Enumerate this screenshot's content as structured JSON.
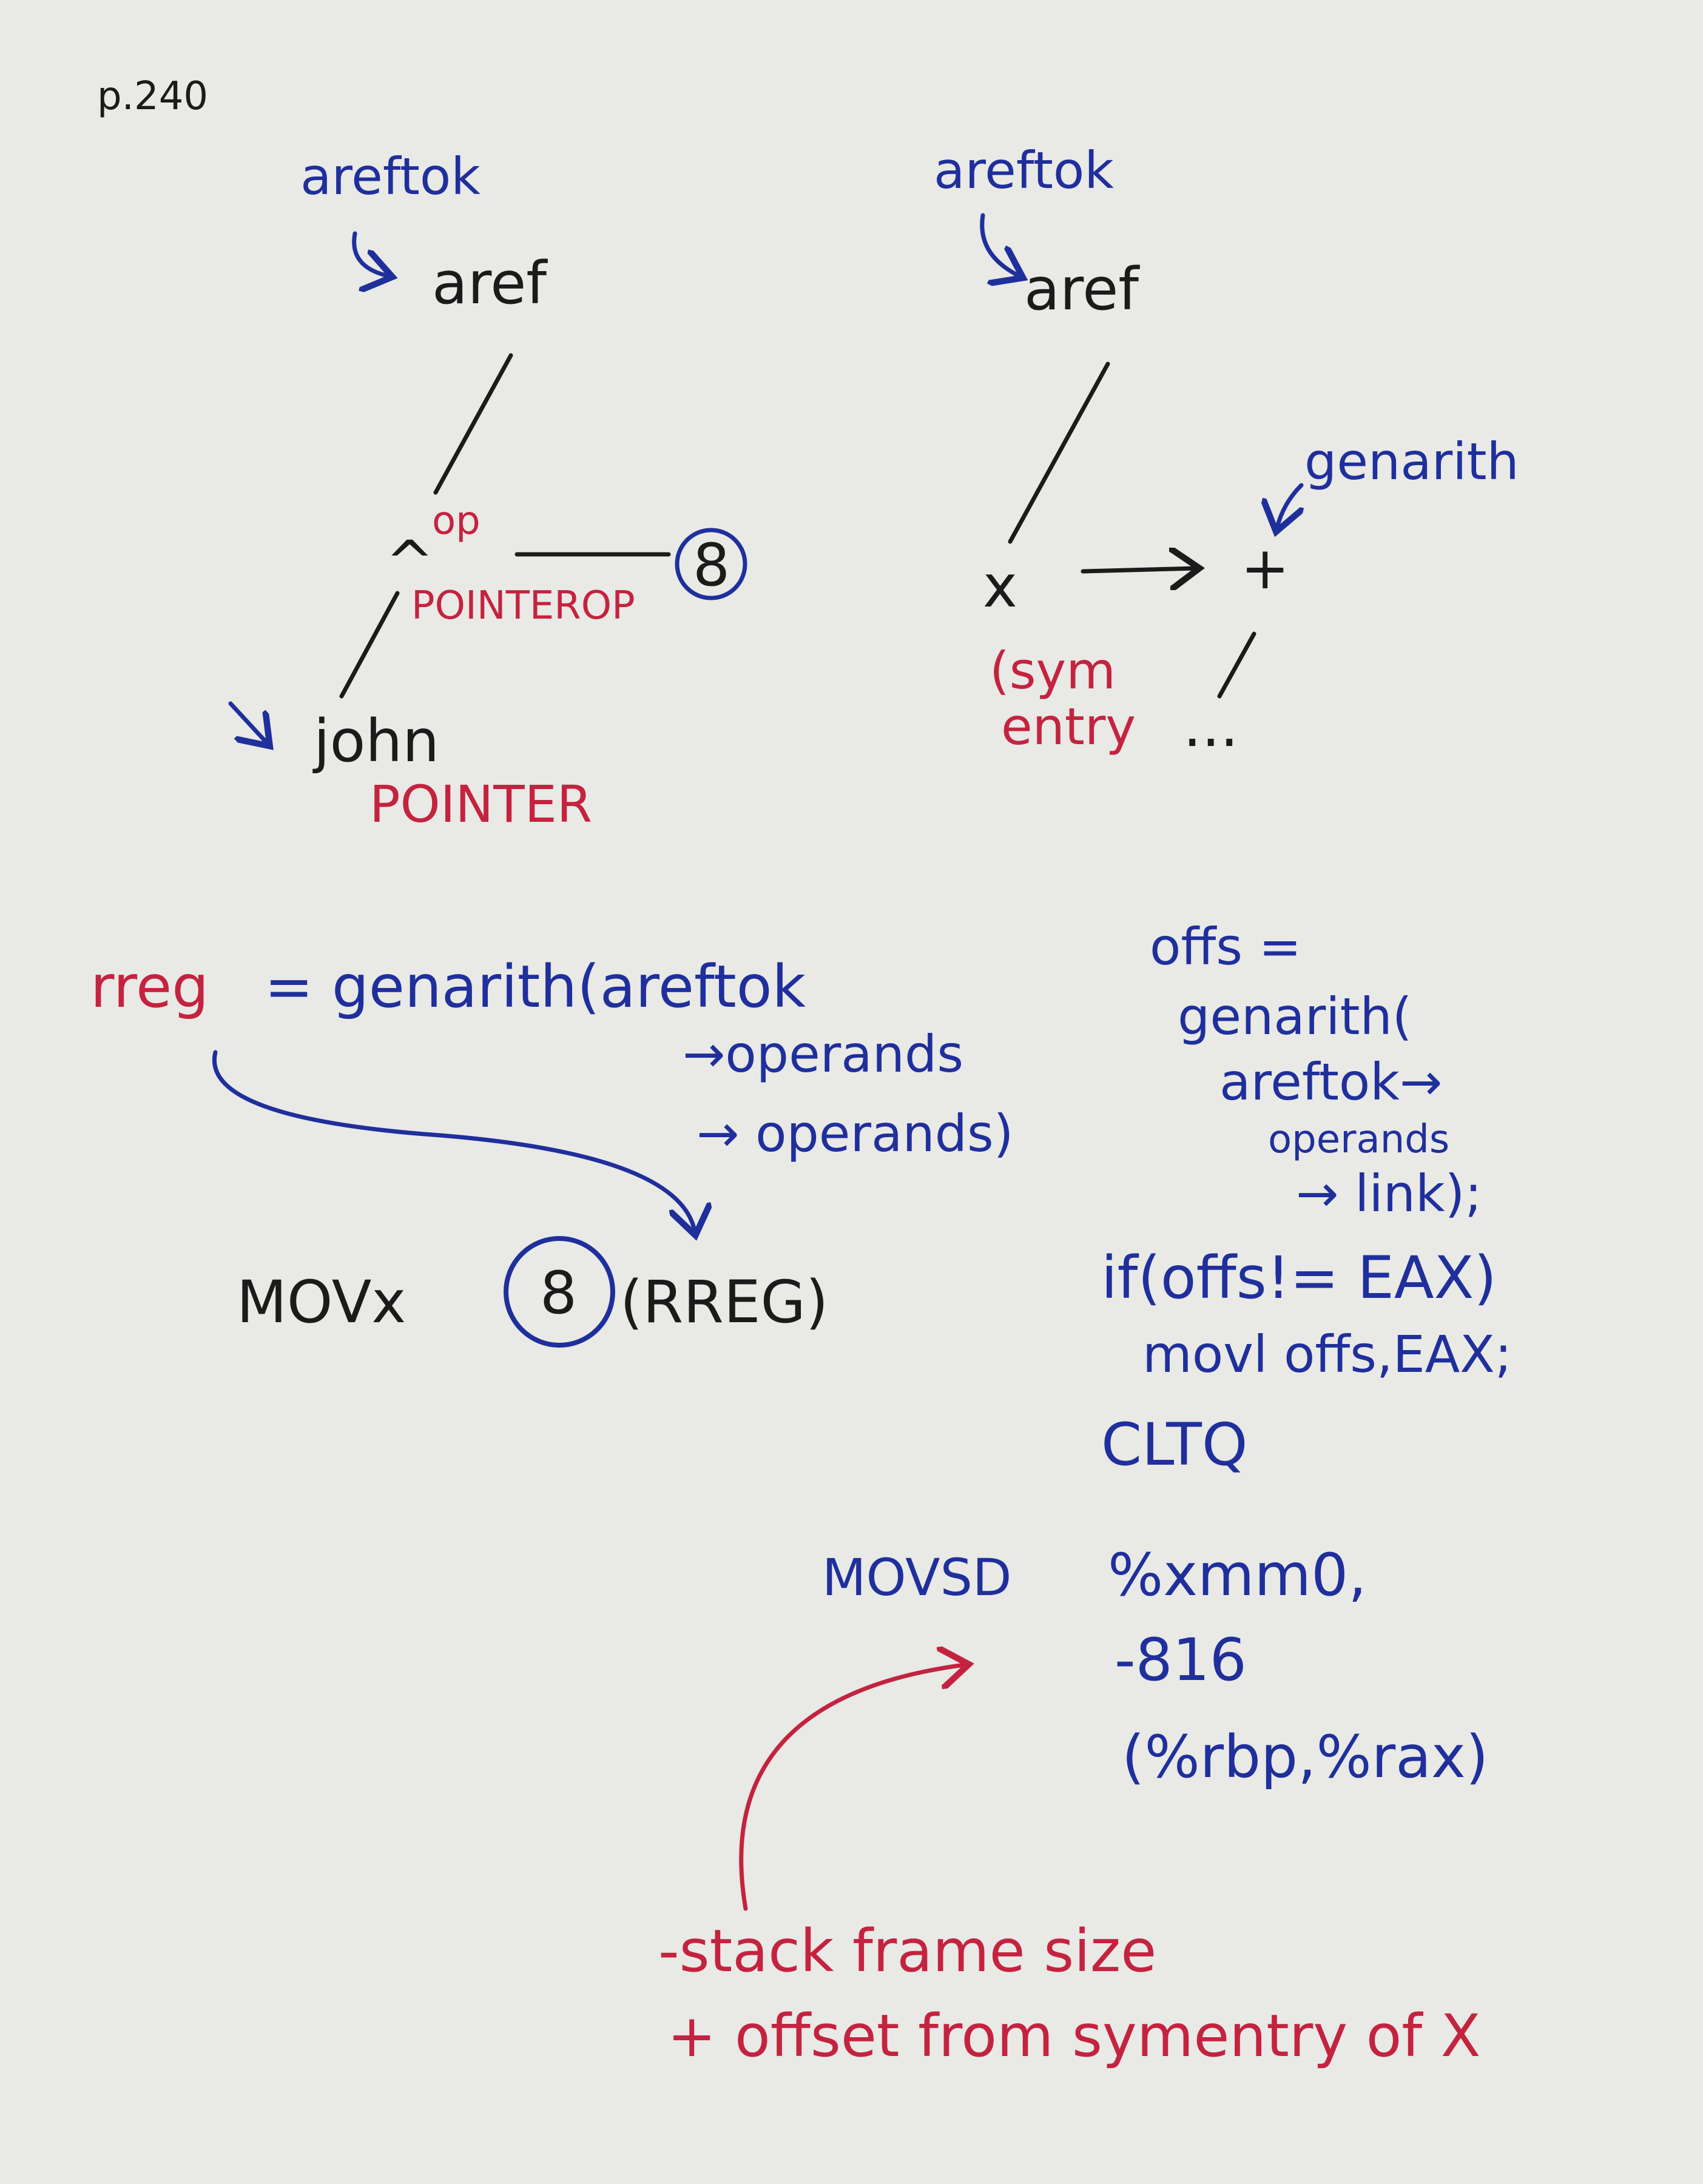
{
  "page_ref": "p.240",
  "left_tree": {
    "token_label": "areftok",
    "root": "aref",
    "op_node": "^",
    "op_tag": "op",
    "op_type": "POINTEROP",
    "constant": "8",
    "leaf": "john",
    "leaf_type": "POINTER"
  },
  "right_tree": {
    "token_label": "areftok",
    "root": "aref",
    "left_child": "x",
    "left_child_note_1": "(sym",
    "left_child_note_2": "entry",
    "right_child": "+",
    "right_child_note": "genarith",
    "ellipsis": "..."
  },
  "left_code": {
    "var": "rreg",
    "line1": "= genarith(areftok",
    "line2": "→operands",
    "line3": "→ operands)",
    "instr": "MOVx",
    "const": "8",
    "operand": "(RREG)"
  },
  "right_code": {
    "lines": [
      "offs =",
      "genarith(",
      "areftok→",
      "operands",
      "→ link);",
      "if(offs!= EAX)",
      "movl offs,EAX;",
      "CLTQ"
    ],
    "movsd": "MOVSD",
    "movsd_lines": [
      "%xmm0,",
      "-816",
      "(%rbp,%rax)"
    ]
  },
  "annotation": {
    "line1": "-stack frame size",
    "line2": "+ offset from symentry of X"
  },
  "colors": {
    "black": "#1b1b1b",
    "blue": "#1f2f9c",
    "red": "#c4233f",
    "paper": "#e9e9e6"
  }
}
